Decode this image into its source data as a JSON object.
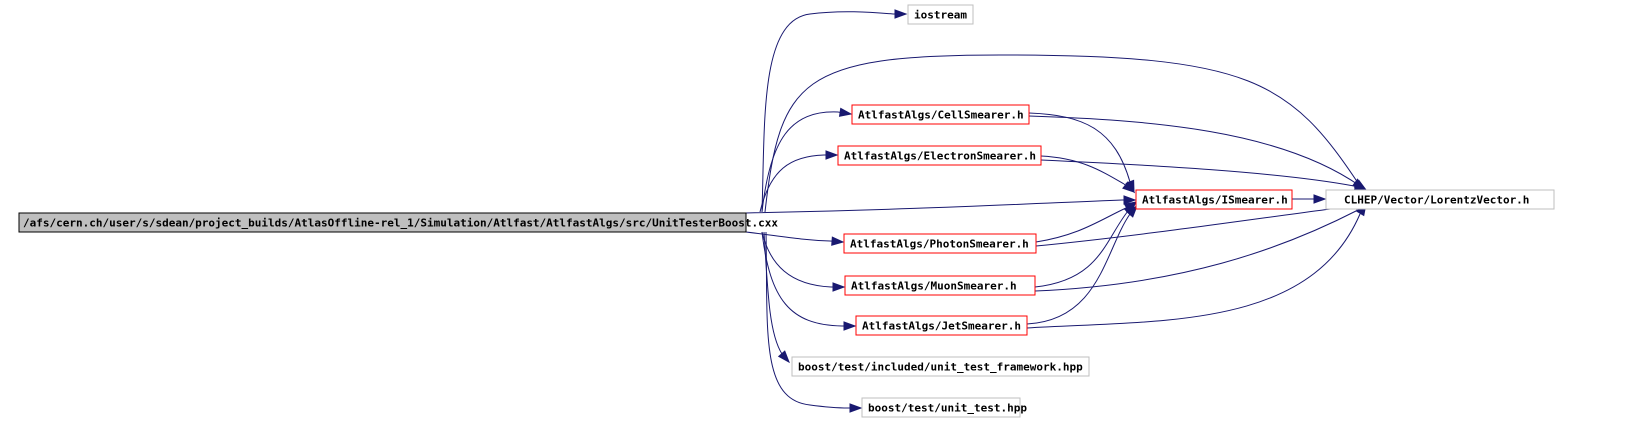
{
  "colors": {
    "edge": "#191970",
    "root_fill": "#bfbfbf",
    "root_border": "#000000",
    "project_border": "#ff0000",
    "external_border": "#bfbfbf",
    "background": "#ffffff"
  },
  "nodes": {
    "root": {
      "label": "/afs/cern.ch/user/s/sdean/project_builds/AtlasOffline-rel_1/Simulation/Atlfast/AtlfastAlgs/src/UnitTesterBoost.cxx",
      "kind": "root"
    },
    "iostream": {
      "label": "iostream",
      "kind": "external"
    },
    "cellsmearer": {
      "label": "AtlfastAlgs/CellSmearer.h",
      "kind": "project"
    },
    "electronsmearer": {
      "label": "AtlfastAlgs/ElectronSmearer.h",
      "kind": "project"
    },
    "ismearer": {
      "label": "AtlfastAlgs/ISmearer.h",
      "kind": "project"
    },
    "lorentzvector": {
      "label": "CLHEP/Vector/LorentzVector.h",
      "kind": "external"
    },
    "photonsmearer": {
      "label": "AtlfastAlgs/PhotonSmearer.h",
      "kind": "project"
    },
    "muonsmearer": {
      "label": "AtlfastAlgs/MuonSmearer.h",
      "kind": "project"
    },
    "jetsmearer": {
      "label": "AtlfastAlgs/JetSmearer.h",
      "kind": "project"
    },
    "unit_test_framework": {
      "label": "boost/test/included/unit_test_framework.hpp",
      "kind": "external"
    },
    "unit_test": {
      "label": "boost/test/unit_test.hpp",
      "kind": "external"
    }
  },
  "edges": [
    {
      "from": "root",
      "to": "iostream"
    },
    {
      "from": "root",
      "to": "lorentzvector"
    },
    {
      "from": "root",
      "to": "cellsmearer"
    },
    {
      "from": "root",
      "to": "electronsmearer"
    },
    {
      "from": "root",
      "to": "ismearer"
    },
    {
      "from": "root",
      "to": "photonsmearer"
    },
    {
      "from": "root",
      "to": "muonsmearer"
    },
    {
      "from": "root",
      "to": "jetsmearer"
    },
    {
      "from": "root",
      "to": "unit_test_framework"
    },
    {
      "from": "root",
      "to": "unit_test"
    },
    {
      "from": "cellsmearer",
      "to": "ismearer"
    },
    {
      "from": "cellsmearer",
      "to": "lorentzvector"
    },
    {
      "from": "electronsmearer",
      "to": "ismearer"
    },
    {
      "from": "electronsmearer",
      "to": "lorentzvector"
    },
    {
      "from": "ismearer",
      "to": "lorentzvector"
    },
    {
      "from": "photonsmearer",
      "to": "ismearer"
    },
    {
      "from": "photonsmearer",
      "to": "lorentzvector"
    },
    {
      "from": "muonsmearer",
      "to": "ismearer"
    },
    {
      "from": "muonsmearer",
      "to": "lorentzvector"
    },
    {
      "from": "jetsmearer",
      "to": "ismearer"
    },
    {
      "from": "jetsmearer",
      "to": "lorentzvector"
    }
  ]
}
